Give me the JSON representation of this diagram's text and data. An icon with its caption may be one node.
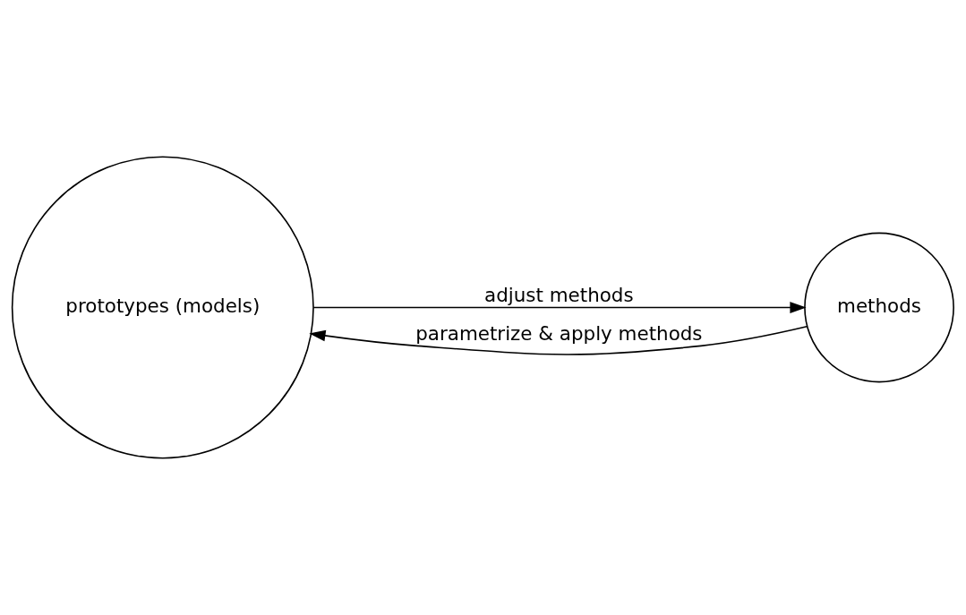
{
  "diagram": {
    "nodes": [
      {
        "text": [
          "prototypes (models)"
        ]
      },
      {
        "text": [
          "methods"
        ]
      }
    ],
    "edges": [
      {
        "from": 0,
        "to": 1,
        "arrow": "to",
        "label": "adjust methods"
      },
      {
        "from": 1,
        "to": 0,
        "arrow": "to",
        "label": "parametrize & apply methods"
      }
    ]
  }
}
